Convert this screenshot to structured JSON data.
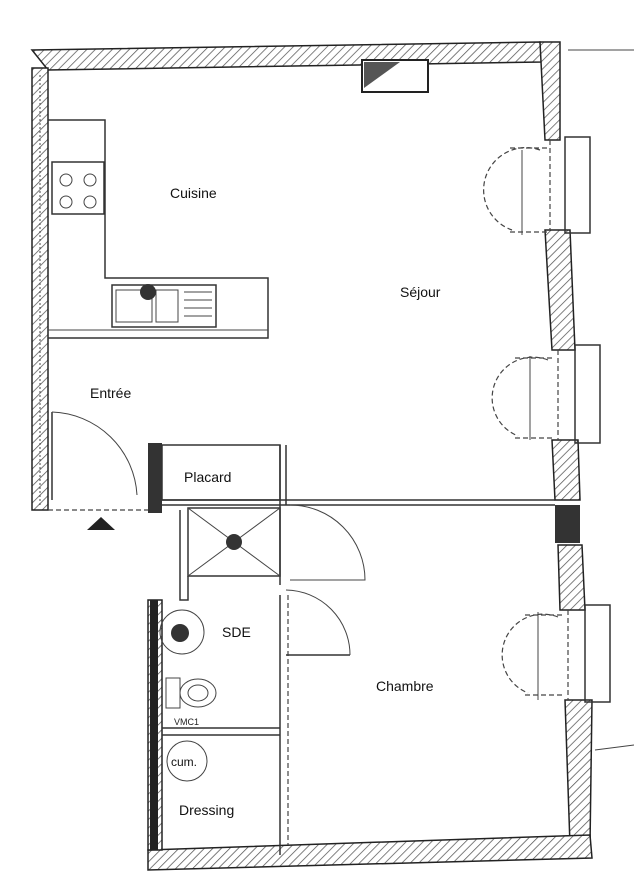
{
  "plan": {
    "rooms": {
      "cuisine": "Cuisine",
      "sejour": "Séjour",
      "entree": "Entrée",
      "placard": "Placard",
      "sde": "SDE",
      "chambre": "Chambre",
      "dressing": "Dressing"
    },
    "labels": {
      "cumulus": "cum.",
      "vmc": "VMC1"
    }
  }
}
